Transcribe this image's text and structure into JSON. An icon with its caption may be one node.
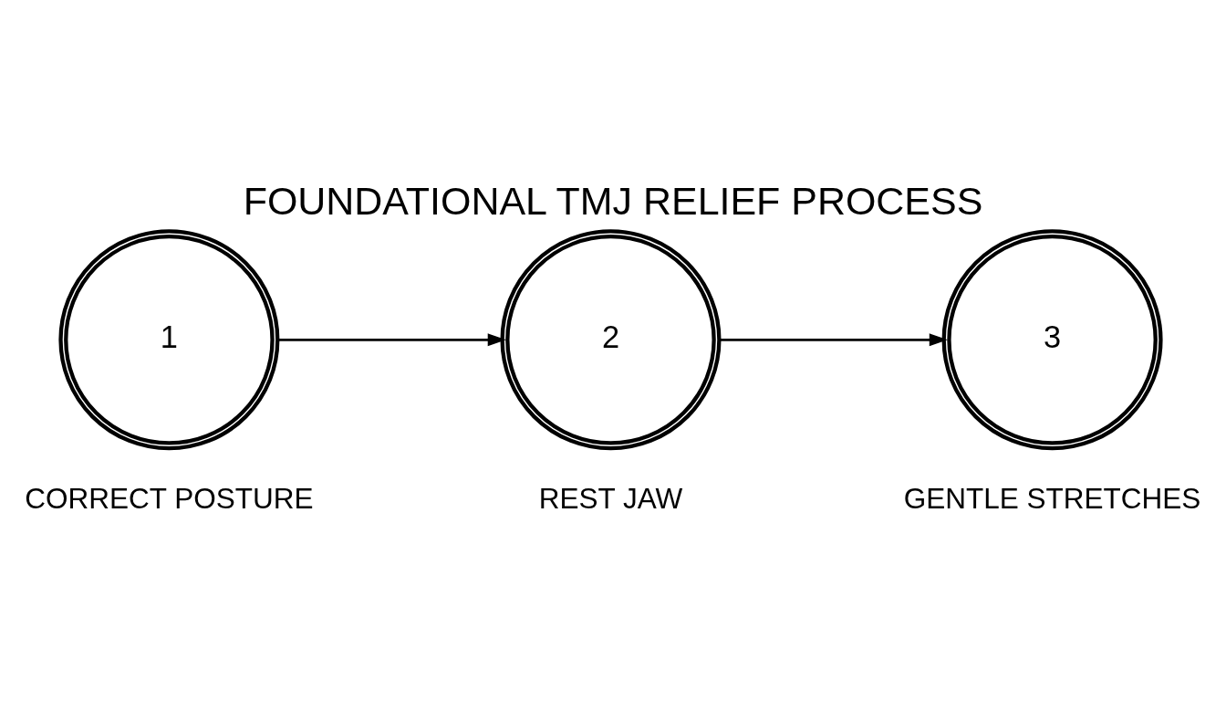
{
  "diagram": {
    "title": "FOUNDATIONAL TMJ RELIEF PROCESS",
    "nodes": [
      {
        "text": [
          "1"
        ],
        "beside": [
          "CORRECT POSTURE"
        ]
      },
      {
        "text": [
          "2"
        ],
        "beside": [
          "REST JAW"
        ]
      },
      {
        "text": [
          "3"
        ],
        "beside": [
          "GENTLE STRETCHES"
        ]
      }
    ],
    "edges": [
      {
        "from": 0,
        "to": 1,
        "arrow": "to"
      },
      {
        "from": 1,
        "to": 2,
        "arrow": "to"
      }
    ]
  }
}
